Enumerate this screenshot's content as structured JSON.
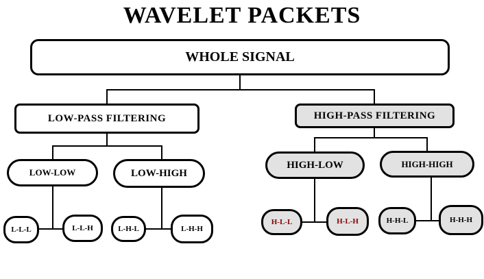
{
  "title": "WAVELET PACKETS",
  "root": {
    "label": "WHOLE SIGNAL"
  },
  "low_pass": {
    "label": "LOW-PASS FILTERING",
    "children": [
      {
        "label": "LOW-LOW",
        "children": [
          {
            "label": "L-L-L"
          },
          {
            "label": "L-L-H"
          }
        ]
      },
      {
        "label": "LOW-HIGH",
        "children": [
          {
            "label": "L-H-L"
          },
          {
            "label": "L-H-H"
          }
        ]
      }
    ]
  },
  "high_pass": {
    "label": "HIGH-PASS FILTERING",
    "children": [
      {
        "label": "HIGH-LOW",
        "children": [
          {
            "label": "H-L-L"
          },
          {
            "label": "H-L-H"
          }
        ]
      },
      {
        "label": "HIGH-HIGH",
        "children": [
          {
            "label": "H-H-L"
          },
          {
            "label": "H-H-H"
          }
        ]
      }
    ]
  },
  "colors": {
    "outline": "#000000",
    "low_fill": "#ffffff",
    "high_fill": "#e2e2e2",
    "highlight_text": "#8b0000"
  }
}
